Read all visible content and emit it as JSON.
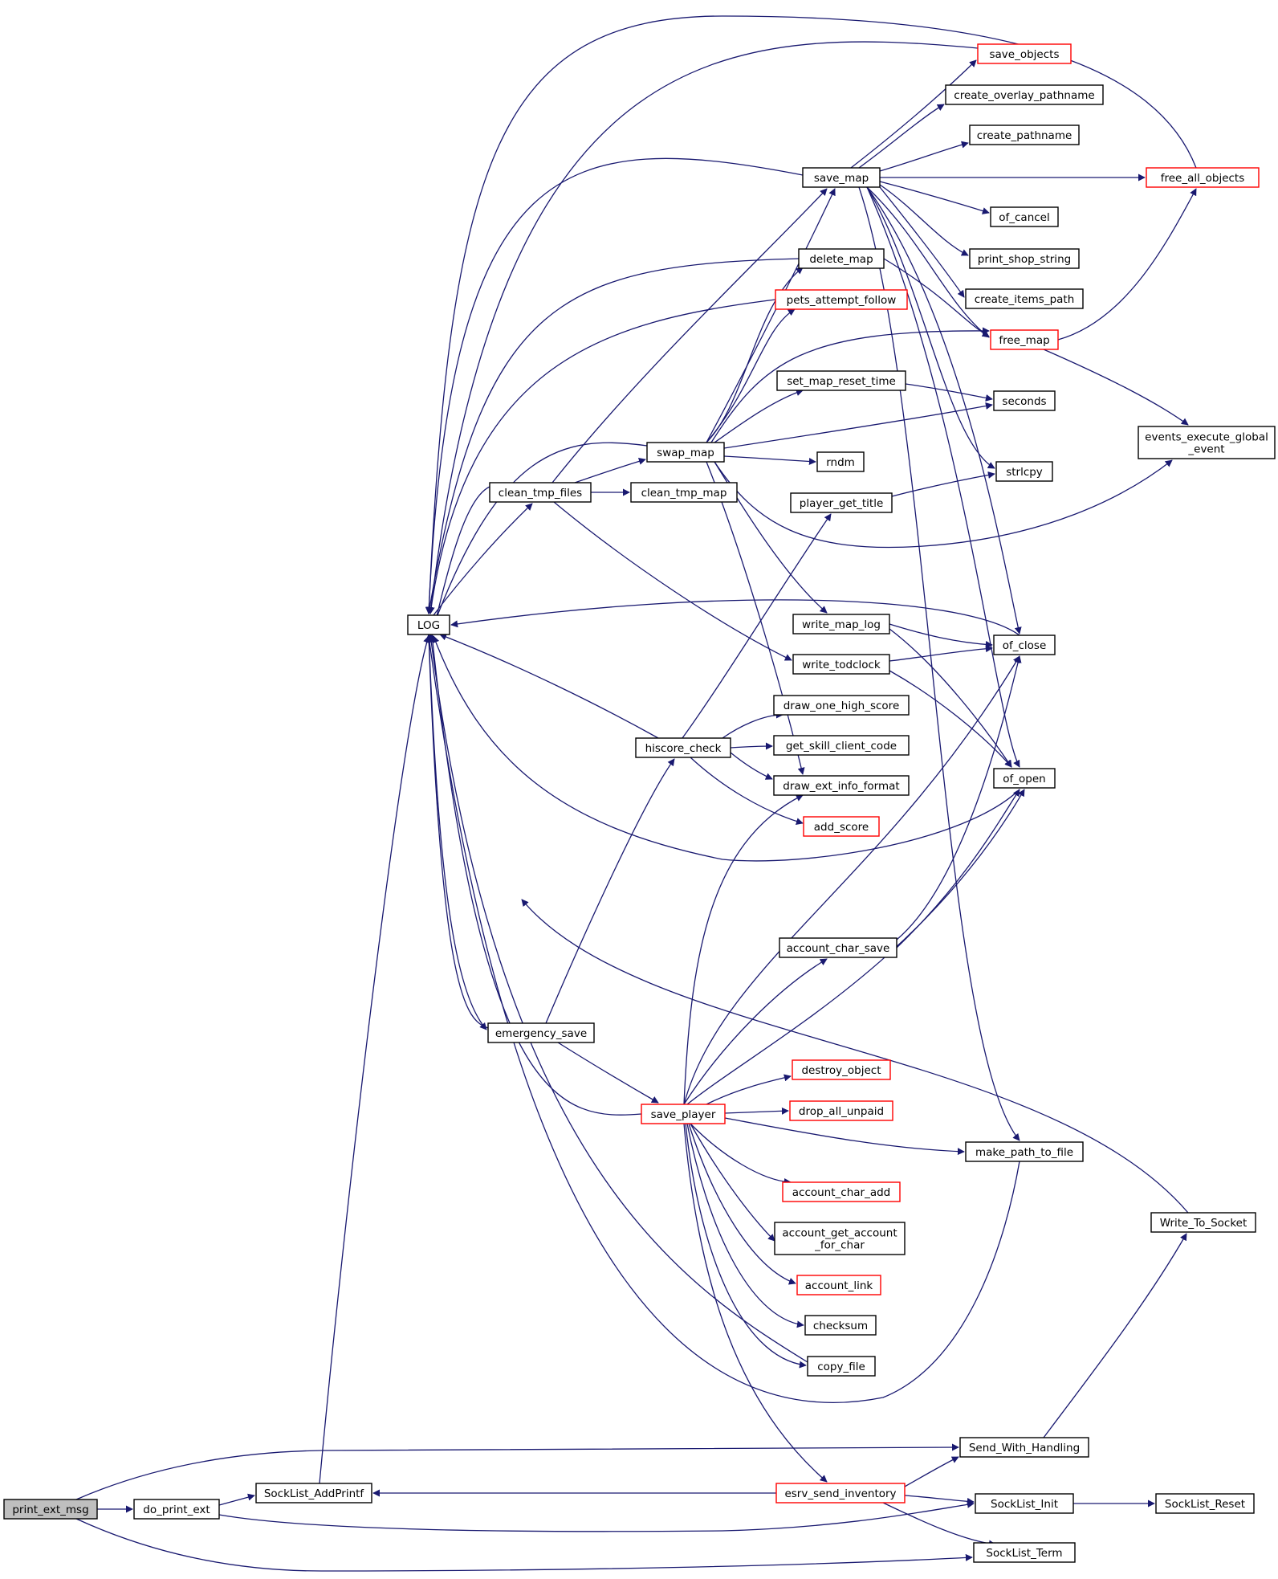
{
  "colors": {
    "edge": "#191970",
    "node_border": "#000000",
    "truncated_border": "#ff0000",
    "root_fill": "#bfbfbf",
    "background": "#ffffff"
  },
  "nodes": [
    {
      "id": "print_ext_msg",
      "lines": [
        "print_ext_msg"
      ],
      "style": "root"
    },
    {
      "id": "do_print_ext",
      "lines": [
        "do_print_ext"
      ],
      "style": "normal"
    },
    {
      "id": "SockList_AddPrintf",
      "lines": [
        "SockList_AddPrintf"
      ],
      "style": "normal"
    },
    {
      "id": "LOG",
      "lines": [
        "LOG"
      ],
      "style": "normal"
    },
    {
      "id": "clean_tmp_files",
      "lines": [
        "clean_tmp_files"
      ],
      "style": "normal"
    },
    {
      "id": "emergency_save",
      "lines": [
        "emergency_save"
      ],
      "style": "normal"
    },
    {
      "id": "swap_map",
      "lines": [
        "swap_map"
      ],
      "style": "normal"
    },
    {
      "id": "clean_tmp_map",
      "lines": [
        "clean_tmp_map"
      ],
      "style": "normal"
    },
    {
      "id": "hiscore_check",
      "lines": [
        "hiscore_check"
      ],
      "style": "normal"
    },
    {
      "id": "save_player",
      "lines": [
        "save_player"
      ],
      "style": "truncated"
    },
    {
      "id": "save_map",
      "lines": [
        "save_map"
      ],
      "style": "normal"
    },
    {
      "id": "delete_map",
      "lines": [
        "delete_map"
      ],
      "style": "normal"
    },
    {
      "id": "pets_attempt_follow",
      "lines": [
        "pets_attempt_follow"
      ],
      "style": "truncated"
    },
    {
      "id": "set_map_reset_time",
      "lines": [
        "set_map_reset_time"
      ],
      "style": "normal"
    },
    {
      "id": "rndm",
      "lines": [
        "rndm"
      ],
      "style": "normal"
    },
    {
      "id": "player_get_title",
      "lines": [
        "player_get_title"
      ],
      "style": "normal"
    },
    {
      "id": "write_map_log",
      "lines": [
        "write_map_log"
      ],
      "style": "normal"
    },
    {
      "id": "write_todclock",
      "lines": [
        "write_todclock"
      ],
      "style": "normal"
    },
    {
      "id": "draw_one_high_score",
      "lines": [
        "draw_one_high_score"
      ],
      "style": "normal"
    },
    {
      "id": "get_skill_client_code",
      "lines": [
        "get_skill_client_code"
      ],
      "style": "normal"
    },
    {
      "id": "draw_ext_info_format",
      "lines": [
        "draw_ext_info_format"
      ],
      "style": "normal"
    },
    {
      "id": "add_score",
      "lines": [
        "add_score"
      ],
      "style": "truncated"
    },
    {
      "id": "account_char_save",
      "lines": [
        "account_char_save"
      ],
      "style": "normal"
    },
    {
      "id": "destroy_object",
      "lines": [
        "destroy_object"
      ],
      "style": "truncated"
    },
    {
      "id": "drop_all_unpaid",
      "lines": [
        "drop_all_unpaid"
      ],
      "style": "truncated"
    },
    {
      "id": "account_char_add",
      "lines": [
        "account_char_add"
      ],
      "style": "truncated"
    },
    {
      "id": "account_get_account_for_char",
      "lines": [
        "account_get_account",
        "_for_char"
      ],
      "style": "normal"
    },
    {
      "id": "account_link",
      "lines": [
        "account_link"
      ],
      "style": "truncated"
    },
    {
      "id": "checksum",
      "lines": [
        "checksum"
      ],
      "style": "normal"
    },
    {
      "id": "copy_file",
      "lines": [
        "copy_file"
      ],
      "style": "normal"
    },
    {
      "id": "esrv_send_inventory",
      "lines": [
        "esrv_send_inventory"
      ],
      "style": "truncated"
    },
    {
      "id": "save_objects",
      "lines": [
        "save_objects"
      ],
      "style": "truncated"
    },
    {
      "id": "create_overlay_pathname",
      "lines": [
        "create_overlay_pathname"
      ],
      "style": "normal"
    },
    {
      "id": "create_pathname",
      "lines": [
        "create_pathname"
      ],
      "style": "normal"
    },
    {
      "id": "of_cancel",
      "lines": [
        "of_cancel"
      ],
      "style": "normal"
    },
    {
      "id": "print_shop_string",
      "lines": [
        "print_shop_string"
      ],
      "style": "normal"
    },
    {
      "id": "create_items_path",
      "lines": [
        "create_items_path"
      ],
      "style": "normal"
    },
    {
      "id": "free_map",
      "lines": [
        "free_map"
      ],
      "style": "truncated"
    },
    {
      "id": "seconds",
      "lines": [
        "seconds"
      ],
      "style": "normal"
    },
    {
      "id": "strlcpy",
      "lines": [
        "strlcpy"
      ],
      "style": "normal"
    },
    {
      "id": "of_close",
      "lines": [
        "of_close"
      ],
      "style": "normal"
    },
    {
      "id": "of_open",
      "lines": [
        "of_open"
      ],
      "style": "normal"
    },
    {
      "id": "make_path_to_file",
      "lines": [
        "make_path_to_file"
      ],
      "style": "normal"
    },
    {
      "id": "Send_With_Handling",
      "lines": [
        "Send_With_Handling"
      ],
      "style": "normal"
    },
    {
      "id": "SockList_Init",
      "lines": [
        "SockList_Init"
      ],
      "style": "normal"
    },
    {
      "id": "SockList_Term",
      "lines": [
        "SockList_Term"
      ],
      "style": "normal"
    },
    {
      "id": "free_all_objects",
      "lines": [
        "free_all_objects"
      ],
      "style": "truncated"
    },
    {
      "id": "events_execute_global_event",
      "lines": [
        "events_execute_global",
        "_event"
      ],
      "style": "normal"
    },
    {
      "id": "Write_To_Socket",
      "lines": [
        "Write_To_Socket"
      ],
      "style": "normal"
    },
    {
      "id": "SockList_Reset",
      "lines": [
        "SockList_Reset"
      ],
      "style": "normal"
    }
  ],
  "edges": [
    {
      "from": "print_ext_msg",
      "to": "do_print_ext"
    },
    {
      "from": "print_ext_msg",
      "to": "Send_With_Handling"
    },
    {
      "from": "print_ext_msg",
      "to": "SockList_Term"
    },
    {
      "from": "do_print_ext",
      "to": "SockList_AddPrintf"
    },
    {
      "from": "do_print_ext",
      "to": "SockList_Init"
    },
    {
      "from": "SockList_AddPrintf",
      "to": "LOG"
    },
    {
      "from": "LOG",
      "to": "clean_tmp_files"
    },
    {
      "from": "LOG",
      "to": "emergency_save"
    },
    {
      "from": "clean_tmp_files",
      "to": "swap_map"
    },
    {
      "from": "clean_tmp_files",
      "to": "clean_tmp_map"
    },
    {
      "from": "clean_tmp_files",
      "to": "save_map"
    },
    {
      "from": "clean_tmp_files",
      "to": "write_todclock"
    },
    {
      "from": "clean_tmp_files",
      "to": "LOG"
    },
    {
      "from": "emergency_save",
      "to": "hiscore_check"
    },
    {
      "from": "emergency_save",
      "to": "save_player"
    },
    {
      "from": "emergency_save",
      "to": "LOG"
    },
    {
      "from": "swap_map",
      "to": "save_map"
    },
    {
      "from": "swap_map",
      "to": "delete_map"
    },
    {
      "from": "swap_map",
      "to": "pets_attempt_follow"
    },
    {
      "from": "swap_map",
      "to": "free_map"
    },
    {
      "from": "swap_map",
      "to": "set_map_reset_time"
    },
    {
      "from": "swap_map",
      "to": "seconds"
    },
    {
      "from": "swap_map",
      "to": "rndm"
    },
    {
      "from": "swap_map",
      "to": "events_execute_global_event"
    },
    {
      "from": "swap_map",
      "to": "write_map_log"
    },
    {
      "from": "swap_map",
      "to": "draw_ext_info_format"
    },
    {
      "from": "swap_map",
      "to": "LOG"
    },
    {
      "from": "hiscore_check",
      "to": "player_get_title"
    },
    {
      "from": "hiscore_check",
      "to": "draw_one_high_score"
    },
    {
      "from": "hiscore_check",
      "to": "get_skill_client_code"
    },
    {
      "from": "hiscore_check",
      "to": "draw_ext_info_format"
    },
    {
      "from": "hiscore_check",
      "to": "add_score"
    },
    {
      "from": "hiscore_check",
      "to": "LOG"
    },
    {
      "from": "save_player",
      "to": "draw_ext_info_format"
    },
    {
      "from": "save_player",
      "to": "account_char_save"
    },
    {
      "from": "save_player",
      "to": "destroy_object"
    },
    {
      "from": "save_player",
      "to": "drop_all_unpaid"
    },
    {
      "from": "save_player",
      "to": "make_path_to_file"
    },
    {
      "from": "save_player",
      "to": "account_char_add"
    },
    {
      "from": "save_player",
      "to": "account_get_account_for_char"
    },
    {
      "from": "save_player",
      "to": "account_link"
    },
    {
      "from": "save_player",
      "to": "checksum"
    },
    {
      "from": "save_player",
      "to": "copy_file"
    },
    {
      "from": "save_player",
      "to": "esrv_send_inventory"
    },
    {
      "from": "save_player",
      "to": "of_close"
    },
    {
      "from": "save_player",
      "to": "of_open"
    },
    {
      "from": "save_player",
      "to": "LOG"
    },
    {
      "from": "save_map",
      "to": "save_objects"
    },
    {
      "from": "save_map",
      "to": "create_overlay_pathname"
    },
    {
      "from": "save_map",
      "to": "create_pathname"
    },
    {
      "from": "save_map",
      "to": "free_all_objects"
    },
    {
      "from": "save_map",
      "to": "of_cancel"
    },
    {
      "from": "save_map",
      "to": "print_shop_string"
    },
    {
      "from": "save_map",
      "to": "create_items_path"
    },
    {
      "from": "save_map",
      "to": "free_map"
    },
    {
      "from": "save_map",
      "to": "strlcpy"
    },
    {
      "from": "save_map",
      "to": "of_close"
    },
    {
      "from": "save_map",
      "to": "of_open"
    },
    {
      "from": "save_map",
      "to": "make_path_to_file"
    },
    {
      "from": "save_map",
      "to": "LOG"
    },
    {
      "from": "delete_map",
      "to": "free_map"
    },
    {
      "from": "delete_map",
      "to": "LOG"
    },
    {
      "from": "pets_attempt_follow",
      "to": "LOG"
    },
    {
      "from": "set_map_reset_time",
      "to": "seconds"
    },
    {
      "from": "player_get_title",
      "to": "strlcpy"
    },
    {
      "from": "write_map_log",
      "to": "of_close"
    },
    {
      "from": "write_map_log",
      "to": "of_open"
    },
    {
      "from": "write_todclock",
      "to": "of_close"
    },
    {
      "from": "write_todclock",
      "to": "of_open"
    },
    {
      "from": "account_char_save",
      "to": "of_close"
    },
    {
      "from": "account_char_save",
      "to": "of_open"
    },
    {
      "from": "copy_file",
      "to": "LOG"
    },
    {
      "from": "esrv_send_inventory",
      "to": "SockList_AddPrintf"
    },
    {
      "from": "esrv_send_inventory",
      "to": "Send_With_Handling"
    },
    {
      "from": "esrv_send_inventory",
      "to": "SockList_Init"
    },
    {
      "from": "esrv_send_inventory",
      "to": "SockList_Term"
    },
    {
      "from": "save_objects",
      "to": "LOG"
    },
    {
      "from": "free_map",
      "to": "free_all_objects"
    },
    {
      "from": "free_map",
      "to": "events_execute_global_event"
    },
    {
      "from": "free_all_objects",
      "to": "LOG"
    },
    {
      "from": "of_close",
      "to": "LOG"
    },
    {
      "from": "of_open",
      "to": "LOG"
    },
    {
      "from": "make_path_to_file",
      "to": "LOG"
    },
    {
      "from": "Send_With_Handling",
      "to": "Write_To_Socket"
    },
    {
      "from": "Write_To_Socket",
      "to": "LOG"
    },
    {
      "from": "SockList_Init",
      "to": "SockList_Reset"
    }
  ]
}
